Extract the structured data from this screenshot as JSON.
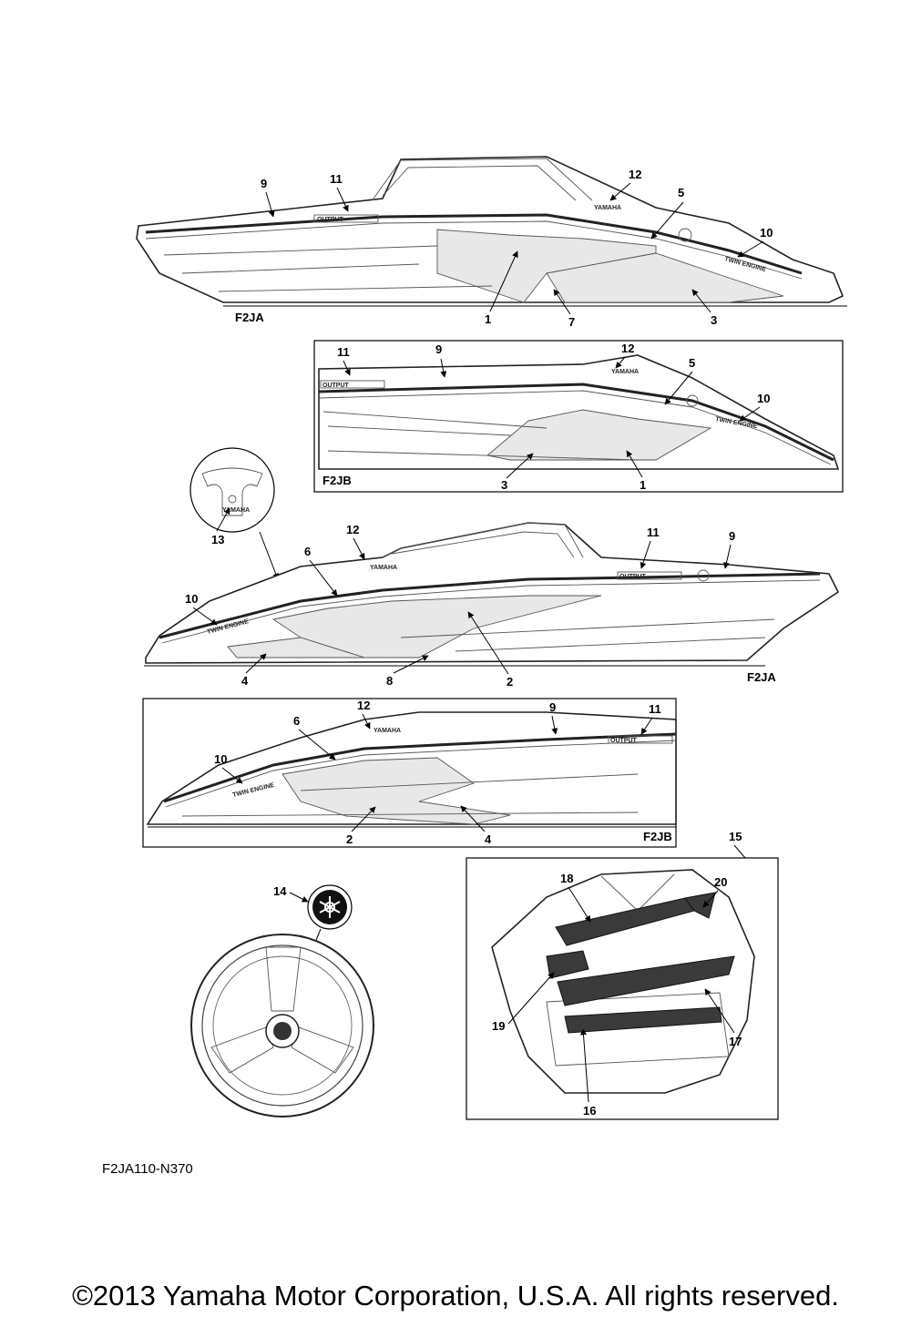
{
  "diagram": {
    "callouts": {
      "c1": "1",
      "c2": "2",
      "c3": "3",
      "c4": "4",
      "c5": "5",
      "c6": "6",
      "c7": "7",
      "c8": "8",
      "c9": "9",
      "c10": "10",
      "c11": "11",
      "c12": "12",
      "c13": "13",
      "c14": "14",
      "c15": "15",
      "c16": "16",
      "c17": "17",
      "c18": "18",
      "c19": "19",
      "c20": "20"
    },
    "models": {
      "f2ja": "F2JA",
      "f2jb": "F2JB"
    },
    "decals": {
      "yamaha": "YAMAHA",
      "twin": "TWIN ENGINE",
      "outlet": "OUTPUT"
    },
    "reference": "F2JA110-N370",
    "copyright": "©2013 Yamaha Motor Corporation, U.S.A. All rights reserved."
  },
  "colors": {
    "line": "#222222",
    "pad": "#3a3a3a",
    "background": "#ffffff"
  },
  "icons": [
    "leader-arrow",
    "yamaha-tuning-fork-emblem"
  ]
}
